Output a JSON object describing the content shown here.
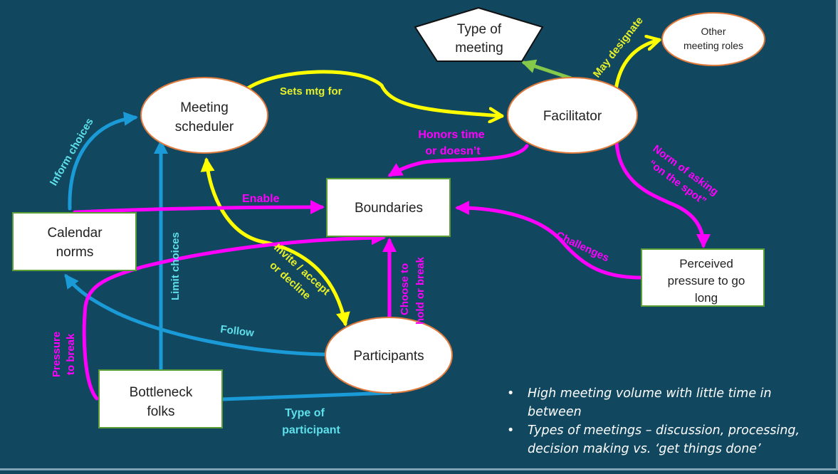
{
  "diagram": {
    "title": "Meeting dynamics concept map",
    "colors": {
      "background": "#11475f",
      "node_fill": "#ffffff",
      "ellipse_border": "#e07a3c",
      "box_border": "#5a9e35",
      "pentagon_border": "#111111",
      "yellow": "#ffff00",
      "magenta": "#ff00ff",
      "blue": "#1a9bd7",
      "green": "#86c84a",
      "label_cyan": "#5ee0ea",
      "label_yellow": "#e6f02a"
    },
    "nodes": {
      "type_of_meeting": {
        "lines": [
          "Type of",
          "meeting"
        ],
        "shape": "pentagon"
      },
      "other_roles": {
        "lines": [
          "Other",
          "meeting roles"
        ],
        "shape": "ellipse"
      },
      "scheduler": {
        "lines": [
          "Meeting",
          "scheduler"
        ],
        "shape": "ellipse"
      },
      "facilitator": {
        "lines": [
          "Facilitator"
        ],
        "shape": "ellipse"
      },
      "boundaries": {
        "lines": [
          "Boundaries"
        ],
        "shape": "box"
      },
      "calendar_norms": {
        "lines": [
          "Calendar",
          "norms"
        ],
        "shape": "box"
      },
      "pressure": {
        "lines": [
          "Perceived",
          "pressure to go",
          "long"
        ],
        "shape": "box"
      },
      "participants": {
        "lines": [
          "Participants"
        ],
        "shape": "ellipse"
      },
      "bottleneck": {
        "lines": [
          "Bottleneck",
          "folks"
        ],
        "shape": "box"
      }
    },
    "edges": [
      {
        "id": "sets_mtg_for",
        "from": "Meeting scheduler",
        "to": "Facilitator",
        "color": "yellow",
        "label": [
          "Sets mtg for"
        ]
      },
      {
        "id": "may_designate",
        "from": "Facilitator",
        "to": "Other meeting roles",
        "color": "yellow",
        "label": [
          "May designate"
        ]
      },
      {
        "id": "type_of_meeting",
        "from": "Facilitator",
        "to": "Type of meeting",
        "color": "green",
        "label": []
      },
      {
        "id": "honors_time",
        "from": "Facilitator",
        "to": "Boundaries",
        "color": "magenta",
        "label": [
          "Honors time",
          "or doesn’t"
        ]
      },
      {
        "id": "norm_of_asking",
        "from": "Facilitator",
        "to": "Perceived pressure to go long",
        "color": "magenta",
        "label": [
          "Norm of asking",
          "“on the spot”"
        ]
      },
      {
        "id": "challenges",
        "from": "Perceived pressure to go long",
        "to": "Boundaries",
        "color": "magenta",
        "label": [
          "Challenges"
        ]
      },
      {
        "id": "inform_choices",
        "from": "Calendar norms",
        "to": "Meeting scheduler",
        "color": "blue",
        "label": [
          "Inform choices"
        ]
      },
      {
        "id": "enable",
        "from": "Calendar norms",
        "to": "Boundaries",
        "color": "magenta",
        "label": [
          "Enable"
        ]
      },
      {
        "id": "limit_choices",
        "from": "Bottleneck folks",
        "to": "Meeting scheduler",
        "color": "blue",
        "label": [
          "Limit choices"
        ]
      },
      {
        "id": "invite",
        "from": "Meeting scheduler",
        "to": "Participants",
        "color": "yellow",
        "label": [
          "Invite / accept",
          "or decline"
        ]
      },
      {
        "id": "choose",
        "from": "Participants",
        "to": "Boundaries",
        "color": "magenta",
        "label": [
          "Choose to",
          "hold or break"
        ]
      },
      {
        "id": "follow",
        "from": "Participants",
        "to": "Calendar norms",
        "color": "blue",
        "label": [
          "Follow"
        ]
      },
      {
        "id": "pressure_to_break",
        "from": "Bottleneck folks",
        "to": "Boundaries",
        "color": "magenta",
        "label": [
          "Pressure",
          "to break"
        ]
      },
      {
        "id": "type_of_participant",
        "from": "Bottleneck folks",
        "to": "Participants",
        "color": "blue",
        "label": [
          "Type of",
          "participant"
        ]
      }
    ],
    "notes": [
      "High meeting volume with little time in between",
      "Types of meetings – discussion, processing, decision making vs. ‘get things done’"
    ],
    "bullet_glyph": "•"
  }
}
